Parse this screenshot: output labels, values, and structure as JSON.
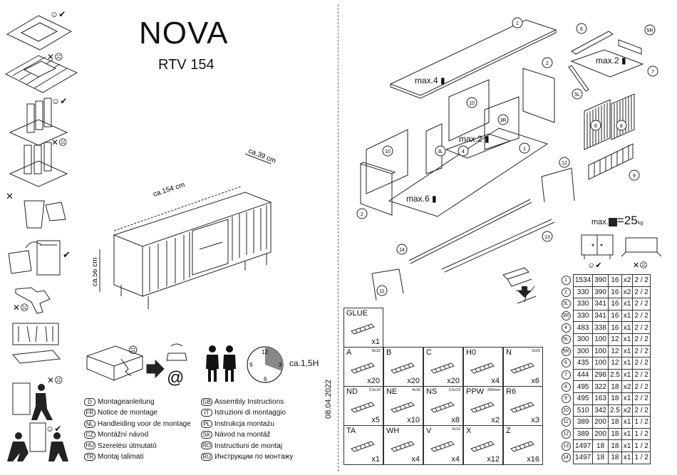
{
  "product": {
    "name": "NOVA",
    "model": "RTV 154"
  },
  "dimensions": {
    "width": "ca.154 cm",
    "depth": "ca.39 cm",
    "height": "ca.56 cm"
  },
  "assembly_time": "ca.1,5H",
  "date": "08.04.2022",
  "languages": [
    {
      "code": "D",
      "text": "Montageanleitung"
    },
    {
      "code": "FR",
      "text": "Notice de montage"
    },
    {
      "code": "NL",
      "text": "Handleiding voor de montage"
    },
    {
      "code": "CZ",
      "text": "Montážní návod"
    },
    {
      "code": "HU",
      "text": "Szerelési útmutató"
    },
    {
      "code": "TR",
      "text": "Montaj talimati"
    },
    {
      "code": "GB",
      "text": "Assembly Instructions"
    },
    {
      "code": "IT",
      "text": "Istruzioni di montaggio"
    },
    {
      "code": "PL",
      "text": "Instrukcja montażu"
    },
    {
      "code": "SK",
      "text": "Návod na montáž"
    },
    {
      "code": "RO",
      "text": "Instructiuni de montaj"
    },
    {
      "code": "RU",
      "text": "Инструкции по монтажу"
    }
  ],
  "max_loads": {
    "top": "max.4",
    "shelf": "max.2",
    "drawer": "max.2",
    "bottom": "max.6"
  },
  "max_total": {
    "prefix": "max.",
    "equals": "=25",
    "unit": "kg."
  },
  "panel_labels": [
    "1",
    "2",
    "3L",
    "3R",
    "4",
    "5L",
    "5R",
    "6",
    "7",
    "8",
    "9",
    "10",
    "11",
    "12",
    "13",
    "14"
  ],
  "hardware": [
    {
      "code": "GLUE",
      "size": "",
      "qty": "x1"
    },
    {
      "code": "A",
      "size": "8x32",
      "qty": "x20"
    },
    {
      "code": "B",
      "size": "",
      "qty": "x20"
    },
    {
      "code": "C",
      "size": "",
      "qty": "x20"
    },
    {
      "code": "H0",
      "size": "",
      "qty": "x4"
    },
    {
      "code": "N",
      "size": "3x20",
      "qty": "x6"
    },
    {
      "code": "ND",
      "size": "3,5x16",
      "qty": "x5"
    },
    {
      "code": "NE",
      "size": "4x16",
      "qty": "x10"
    },
    {
      "code": "NS",
      "size": "3,5x13",
      "qty": "x8"
    },
    {
      "code": "PPW",
      "size": "300mm",
      "qty": "x2"
    },
    {
      "code": "R6",
      "size": "",
      "qty": "x3"
    },
    {
      "code": "TA",
      "size": "",
      "qty": "x1"
    },
    {
      "code": "WH",
      "size": "",
      "qty": "x4"
    },
    {
      "code": "V",
      "size": "3x13",
      "qty": "x4"
    },
    {
      "code": "X",
      "size": "",
      "qty": "x12"
    },
    {
      "code": "Z",
      "size": "",
      "qty": "x16"
    }
  ],
  "parts": [
    {
      "id": "1",
      "l": "1534",
      "w": "390",
      "t": "16",
      "q": "x2",
      "p": "2 / 2"
    },
    {
      "id": "2",
      "l": "330",
      "w": "390",
      "t": "16",
      "q": "x2",
      "p": "2 / 2"
    },
    {
      "id": "3L",
      "l": "330",
      "w": "341",
      "t": "16",
      "q": "x1",
      "p": "2 / 2"
    },
    {
      "id": "3R",
      "l": "330",
      "w": "341",
      "t": "16",
      "q": "x1",
      "p": "2 / 2"
    },
    {
      "id": "4",
      "l": "483",
      "w": "338",
      "t": "16",
      "q": "x1",
      "p": "2 / 2"
    },
    {
      "id": "5L",
      "l": "300",
      "w": "100",
      "t": "12",
      "q": "x1",
      "p": "2 / 2"
    },
    {
      "id": "5R",
      "l": "300",
      "w": "100",
      "t": "12",
      "q": "x1",
      "p": "2 / 2"
    },
    {
      "id": "6",
      "l": "435",
      "w": "100",
      "t": "12",
      "q": "x1",
      "p": "2 / 2"
    },
    {
      "id": "7",
      "l": "444",
      "w": "298",
      "t": "2.5",
      "q": "x1",
      "p": "2 / 2"
    },
    {
      "id": "8",
      "l": "495",
      "w": "322",
      "t": "18",
      "q": "x2",
      "p": "2 / 2"
    },
    {
      "id": "9",
      "l": "495",
      "w": "163",
      "t": "18",
      "q": "x1",
      "p": "2 / 2"
    },
    {
      "id": "10",
      "l": "510",
      "w": "342",
      "t": "2.5",
      "q": "x2",
      "p": "2 / 2"
    },
    {
      "id": "11",
      "l": "389",
      "w": "200",
      "t": "18",
      "q": "x1",
      "p": "1 / 2"
    },
    {
      "id": "12",
      "l": "389",
      "w": "200",
      "t": "18",
      "q": "x1",
      "p": "1 / 2"
    },
    {
      "id": "13",
      "l": "1497",
      "w": "18",
      "t": "18",
      "q": "x1",
      "p": "1 / 2"
    },
    {
      "id": "14",
      "l": "1497",
      "w": "18",
      "t": "18",
      "q": "x1",
      "p": "1 / 2"
    }
  ]
}
